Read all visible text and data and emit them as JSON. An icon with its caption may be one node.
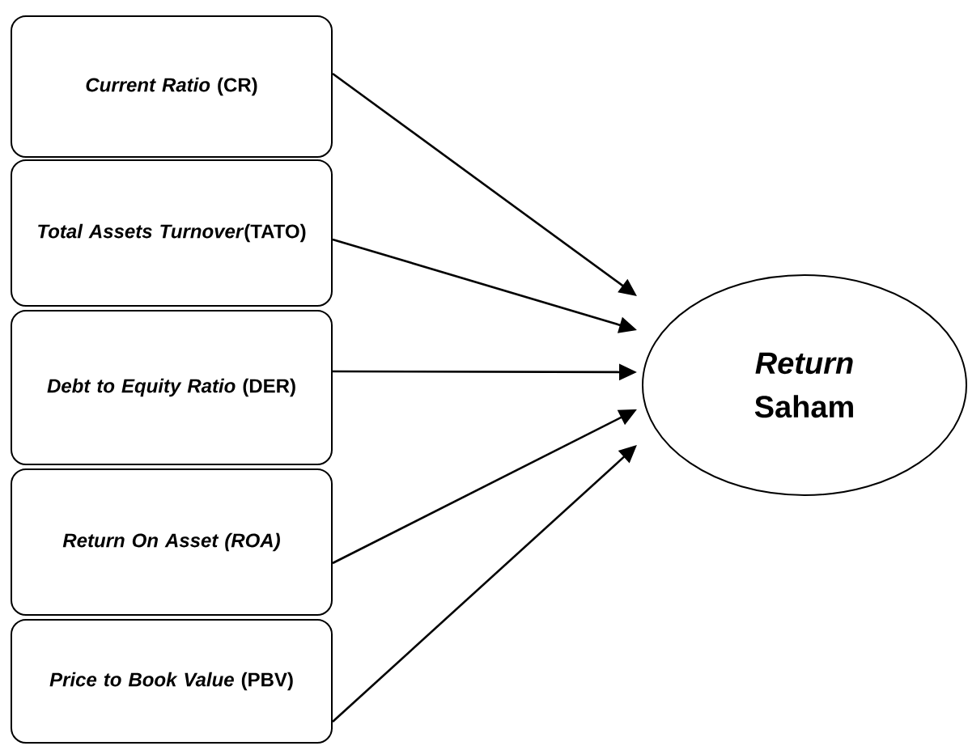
{
  "diagram": {
    "nodes": [
      {
        "text": [
          "*Current Ratio* (CR)"
        ]
      },
      {
        "text": [
          "*Total Assets Turnover*(TATO)"
        ]
      },
      {
        "text": [
          "*Debt to Equity Ratio* (DER)"
        ]
      },
      {
        "text": [
          "Return On Asset (ROA)"
        ]
      },
      {
        "text": [
          "*Price to Book Value* (PBV)"
        ]
      },
      {
        "text": [
          "*Return* Saham"
        ]
      }
    ],
    "edges": [
      {
        "from": 0,
        "to": 5,
        "arrow": "to"
      },
      {
        "from": 1,
        "to": 5,
        "arrow": "to"
      },
      {
        "from": 2,
        "to": 5,
        "arrow": "to"
      },
      {
        "from": 3,
        "to": 5,
        "arrow": "to"
      },
      {
        "from": 4,
        "to": 5,
        "arrow": "to"
      }
    ]
  }
}
